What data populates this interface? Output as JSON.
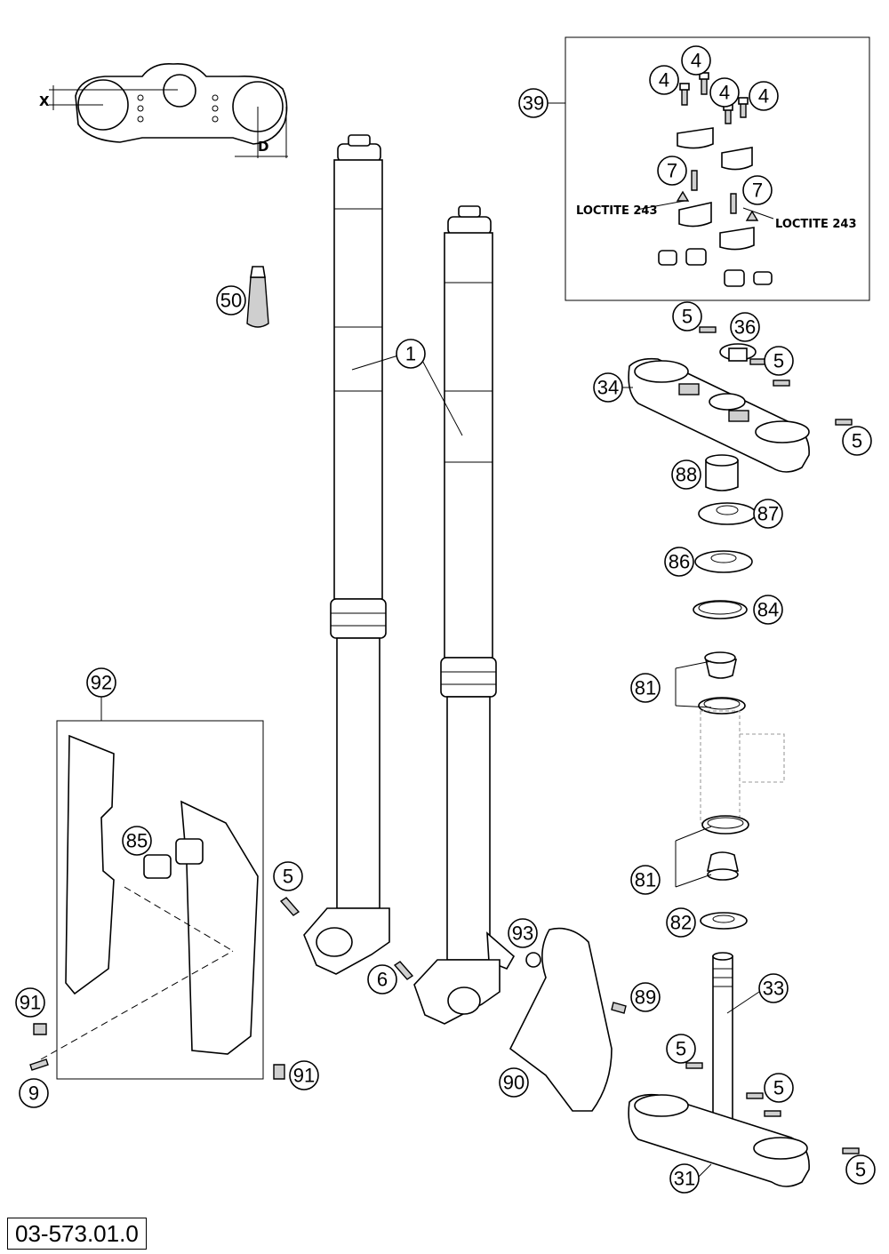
{
  "diagram_code": "03-573.01.0",
  "dimension_labels": {
    "x": "X",
    "d": "D"
  },
  "notes": {
    "loctite_left": "LOCTITE 243",
    "loctite_right": "LOCTITE 243"
  },
  "callouts": {
    "c39": "39",
    "c4a": "4",
    "c4b": "4",
    "c4c": "4",
    "c4d": "4",
    "c7a": "7",
    "c7b": "7",
    "c50": "50",
    "c1": "1",
    "c5a": "5",
    "c36": "36",
    "c5b": "5",
    "c34": "34",
    "c5c": "5",
    "c88": "88",
    "c87": "87",
    "c86": "86",
    "c84": "84",
    "c81a": "81",
    "c81b": "81",
    "c82": "82",
    "c92": "92",
    "c85": "85",
    "c91a": "91",
    "c91b": "91",
    "c9": "9",
    "c5d": "5",
    "c6": "6",
    "c93": "93",
    "c89": "89",
    "c90": "90",
    "c33": "33",
    "c5e": "5",
    "c5f": "5",
    "c31": "31",
    "c5g": "5"
  }
}
